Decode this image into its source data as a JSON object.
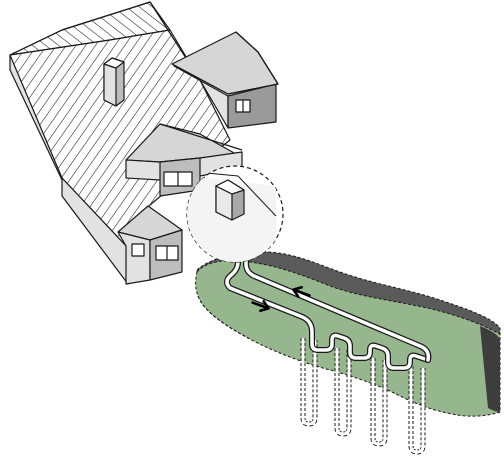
{
  "figure": {
    "subject": "house",
    "components": [
      "house",
      "heat-pump-unit",
      "ground-loop-pipes",
      "vertical-borehole-loops",
      "ground-section"
    ],
    "flow_direction_arrows": 2,
    "vertical_loop_count": 4
  },
  "colors": {
    "background": "#ffffff",
    "outline": "#1a1a1a",
    "roof_light": "#ffffff",
    "roof_shadow": "#d2d2d2",
    "wall_light": "#e2e2e2",
    "wall_dark": "#9a9a9a",
    "wall_mid": "#bdbdbd",
    "window_glass": "#ffffff",
    "ground_surface": "#96b78e",
    "ground_side": "#5a5a5a",
    "ground_side_light": "#8c8c8c",
    "pipe": "#ffffff",
    "unit_front": "#e9e9e9",
    "unit_side": "#a8a8a8"
  }
}
